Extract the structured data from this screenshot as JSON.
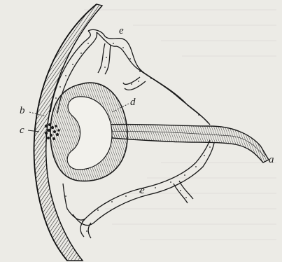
{
  "figure": {
    "labels": {
      "a": "a",
      "b": "b",
      "c": "c",
      "d": "d",
      "e_top": "e",
      "e_bottom": "e"
    }
  }
}
